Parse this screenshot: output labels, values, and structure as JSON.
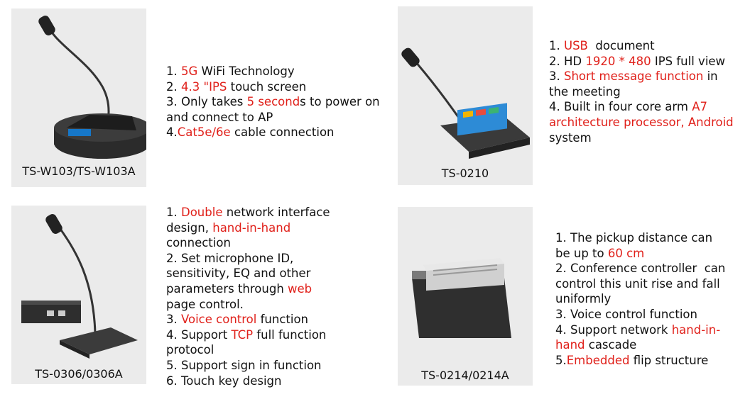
{
  "products": [
    {
      "model": "TS-W103/TS-W103A",
      "spec_lines": [
        [
          {
            "t": "1. "
          },
          {
            "t": "5G",
            "r": true
          },
          {
            "t": " WiFi Technology"
          }
        ],
        [
          {
            "t": "2. "
          },
          {
            "t": "4.3 \"IPS",
            "r": true
          },
          {
            "t": " touch screen"
          }
        ],
        [
          {
            "t": "3. Only takes "
          },
          {
            "t": "5 second",
            "r": true
          },
          {
            "t": "s to power on"
          }
        ],
        [
          {
            "t": "and connect to AP"
          }
        ],
        [
          {
            "t": "4."
          },
          {
            "t": "Cat5e/6e",
            "r": true
          },
          {
            "t": " cable connection"
          }
        ]
      ]
    },
    {
      "model": "TS-0210",
      "spec_lines": [
        [
          {
            "t": "1. "
          },
          {
            "t": "USB",
            "r": true
          },
          {
            "t": "  document"
          }
        ],
        [
          {
            "t": "2. HD "
          },
          {
            "t": "1920 * 480",
            "r": true
          },
          {
            "t": " IPS full view"
          }
        ],
        [
          {
            "t": "3. "
          },
          {
            "t": "Short message function",
            "r": true
          },
          {
            "t": " in"
          }
        ],
        [
          {
            "t": "the meeting"
          }
        ],
        [
          {
            "t": "4. Built in four core arm "
          },
          {
            "t": "A7",
            "r": true
          }
        ],
        [
          {
            "t": "architecture processor, Android",
            "r": true
          }
        ],
        [
          {
            "t": "system"
          }
        ]
      ]
    },
    {
      "model": "TS-0306/0306A",
      "spec_lines": [
        [
          {
            "t": "1. "
          },
          {
            "t": "Double",
            "r": true
          },
          {
            "t": " network interface"
          }
        ],
        [
          {
            "t": "design, "
          },
          {
            "t": "hand-in-hand",
            "r": true
          }
        ],
        [
          {
            "t": "connection"
          }
        ],
        [
          {
            "t": "2. Set microphone ID,"
          }
        ],
        [
          {
            "t": "sensitivity, EQ and other"
          }
        ],
        [
          {
            "t": "parameters through "
          },
          {
            "t": "web",
            "r": true
          }
        ],
        [
          {
            "t": "page control."
          }
        ],
        [
          {
            "t": "3. "
          },
          {
            "t": "Voice control",
            "r": true
          },
          {
            "t": " function"
          }
        ],
        [
          {
            "t": "4. Support "
          },
          {
            "t": "TCP",
            "r": true
          },
          {
            "t": " full function"
          }
        ],
        [
          {
            "t": "protocol"
          }
        ],
        [
          {
            "t": "5. Support sign in function"
          }
        ],
        [
          {
            "t": "6. Touch key design"
          }
        ]
      ]
    },
    {
      "model": "TS-0214/0214A",
      "spec_lines": [
        [
          {
            "t": "1. The pickup distance can"
          }
        ],
        [
          {
            "t": "be up to "
          },
          {
            "t": "60 cm",
            "r": true
          }
        ],
        [
          {
            "t": "2. Conference controller  can"
          }
        ],
        [
          {
            "t": "control this unit rise and fall"
          }
        ],
        [
          {
            "t": "uniformly"
          }
        ],
        [
          {
            "t": "3. Voice control function"
          }
        ],
        [
          {
            "t": "4. Support network "
          },
          {
            "t": "hand-in-",
            "r": true
          }
        ],
        [
          {
            "t": "hand",
            "r": true
          },
          {
            "t": " cascade"
          }
        ],
        [
          {
            "t": "5."
          },
          {
            "t": "Embedded",
            "r": true
          },
          {
            "t": " flip structure"
          }
        ]
      ]
    }
  ]
}
